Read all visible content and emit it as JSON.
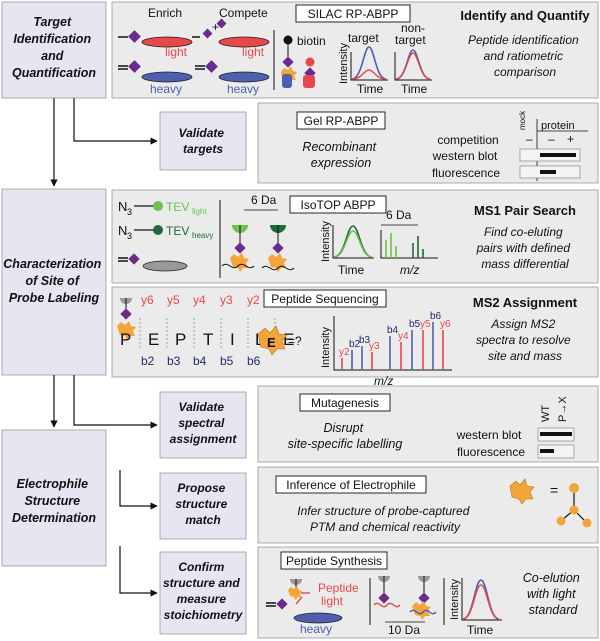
{
  "stages": {
    "target_id": [
      "Target",
      "Identification",
      "and",
      "Quantification"
    ],
    "site": [
      "Characterization",
      "of Site of",
      "Probe Labeling"
    ],
    "electrophile": [
      "Electrophile",
      "Structure",
      "Determination"
    ]
  },
  "subs": {
    "validate_targets": [
      "Validate",
      "targets"
    ],
    "validate_spectral": [
      "Validate",
      "spectral",
      "assignment"
    ],
    "propose": [
      "Propose",
      "structure",
      "match"
    ],
    "confirm": [
      "Confirm",
      "structure and",
      "measure",
      "stoichiometry"
    ]
  },
  "panels": {
    "silac": {
      "method": "SILAC RP-ABPP",
      "enrich": "Enrich",
      "compete": "Compete",
      "plus": "+",
      "light": "light",
      "heavy": "heavy",
      "biotin": "biotin",
      "target": "target",
      "nontarget": [
        "non-",
        "target"
      ],
      "intensity": "Intensity",
      "time": "Time",
      "title": "Identify and Quantify",
      "desc": [
        "Peptide identification",
        "and ratiometric",
        "comparison"
      ]
    },
    "gel": {
      "method": "Gel RP-ABPP",
      "desc": [
        "Recombinant",
        "expression"
      ],
      "mock": "mock",
      "protein": "protein",
      "minus1": "–",
      "minus2": "–",
      "plus": "+",
      "rows": [
        "competition",
        "western blot",
        "fluorescence"
      ]
    },
    "isotop": {
      "method": "IsoTOP ABPP",
      "n3": "N",
      "n3sub": "3",
      "tev": "TEV",
      "light": "light",
      "heavy": "heavy",
      "da": "6 Da",
      "da2": "6 Da",
      "intensity": "Intensity",
      "time": "Time",
      "mz": "m/z",
      "title": "MS1 Pair Search",
      "desc": [
        "Find co-eluting",
        "pairs with defined",
        "mass differential"
      ]
    },
    "peptide_seq": {
      "method": "Peptide Sequencing",
      "letters": [
        "P",
        "E",
        "P",
        "T",
        "I",
        "D",
        "E"
      ],
      "y_ions": [
        "y6",
        "y5",
        "y4",
        "y3",
        "y2"
      ],
      "b_ions": [
        "b2",
        "b3",
        "b4",
        "b5",
        "b6"
      ],
      "e_label": "E",
      "eq": "=?",
      "intensity": "Intensity",
      "mz": "m/z",
      "spec_labels": [
        "y2",
        "b2",
        "b3",
        "y3",
        "b4",
        "y4",
        "b5",
        "y5",
        "b6",
        "y6"
      ],
      "title": "MS2 Assignment",
      "desc": [
        "Assign MS2",
        "spectra to resolve",
        "site and mass"
      ]
    },
    "mutagenesis": {
      "method": "Mutagenesis",
      "desc": [
        "Disrupt",
        "site-specific labelling"
      ],
      "wt": "WT",
      "mut": "P→X",
      "rows": [
        "western blot",
        "fluorescence"
      ]
    },
    "inference": {
      "method": "Inference of Electrophile",
      "desc": [
        "Infer structure of probe-captured",
        "PTM and chemical reactivity"
      ],
      "eq": "="
    },
    "synthesis": {
      "method": "Peptide Synthesis",
      "peptide": "Peptide",
      "light": "light",
      "heavy": "heavy",
      "da": "10 Da",
      "intensity": "Intensity",
      "time": "Time",
      "desc": [
        "Co-elution",
        "with light",
        "standard"
      ]
    }
  },
  "colors": {
    "panel": "#ebebeb",
    "stage": "#e6e6f2",
    "red": "#e8474c",
    "blue": "#4d5fae",
    "purple": "#6a2a8e",
    "orange": "#f3a53a",
    "green_light": "#6cc24a",
    "green_dark": "#1e6b3a"
  }
}
